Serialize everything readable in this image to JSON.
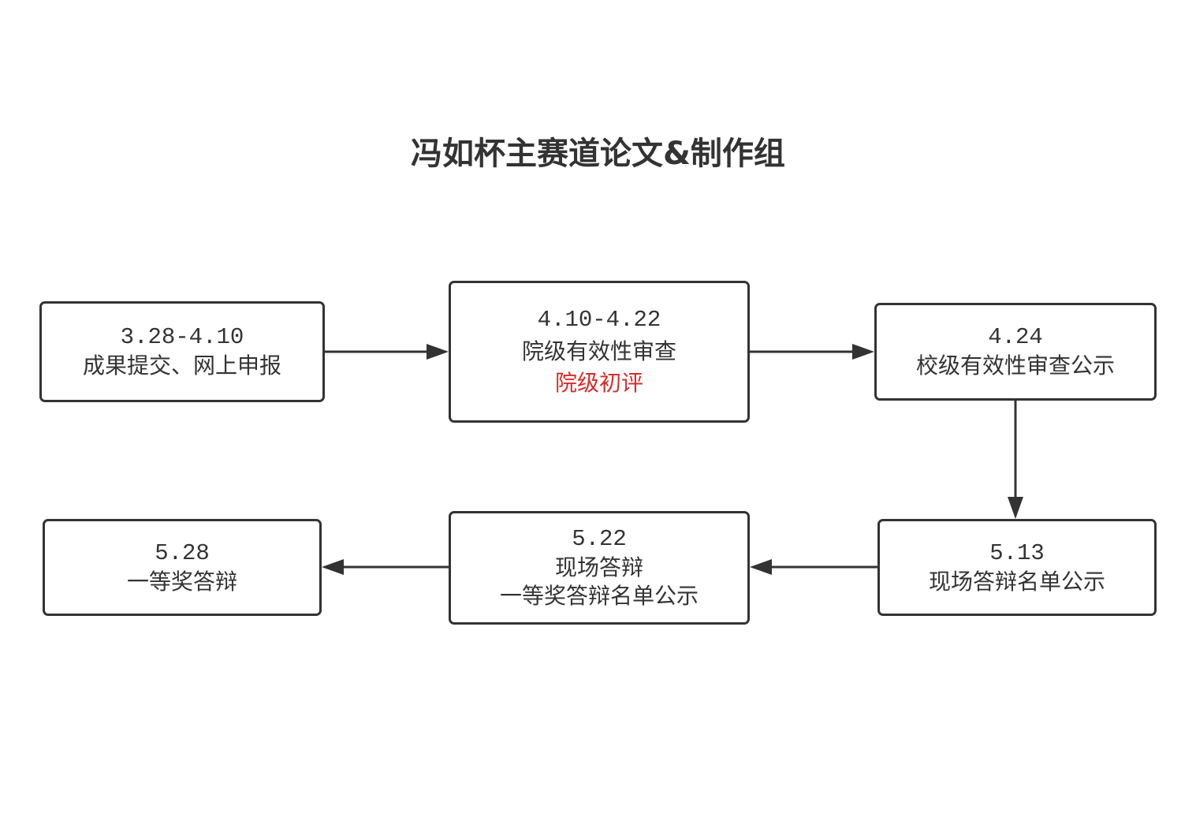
{
  "title": "冯如杯主赛道论文&制作组",
  "colors": {
    "stroke": "#333333",
    "text": "#333333",
    "highlight": "#d92b2b",
    "background": "#ffffff"
  },
  "steps": [
    {
      "date": "3.28-4.10",
      "lines": [
        "成果提交、网上申报"
      ]
    },
    {
      "date": "4.10-4.22",
      "lines": [
        "院级有效性审查"
      ],
      "highlight": "院级初评"
    },
    {
      "date": "4.24",
      "lines": [
        "校级有效性审查公示"
      ]
    },
    {
      "date": "5.13",
      "lines": [
        "现场答辩名单公示"
      ]
    },
    {
      "date": "5.22",
      "lines": [
        "现场答辩",
        "一等奖答辩名单公示"
      ]
    },
    {
      "date": "5.28",
      "lines": [
        "一等奖答辩"
      ]
    }
  ]
}
